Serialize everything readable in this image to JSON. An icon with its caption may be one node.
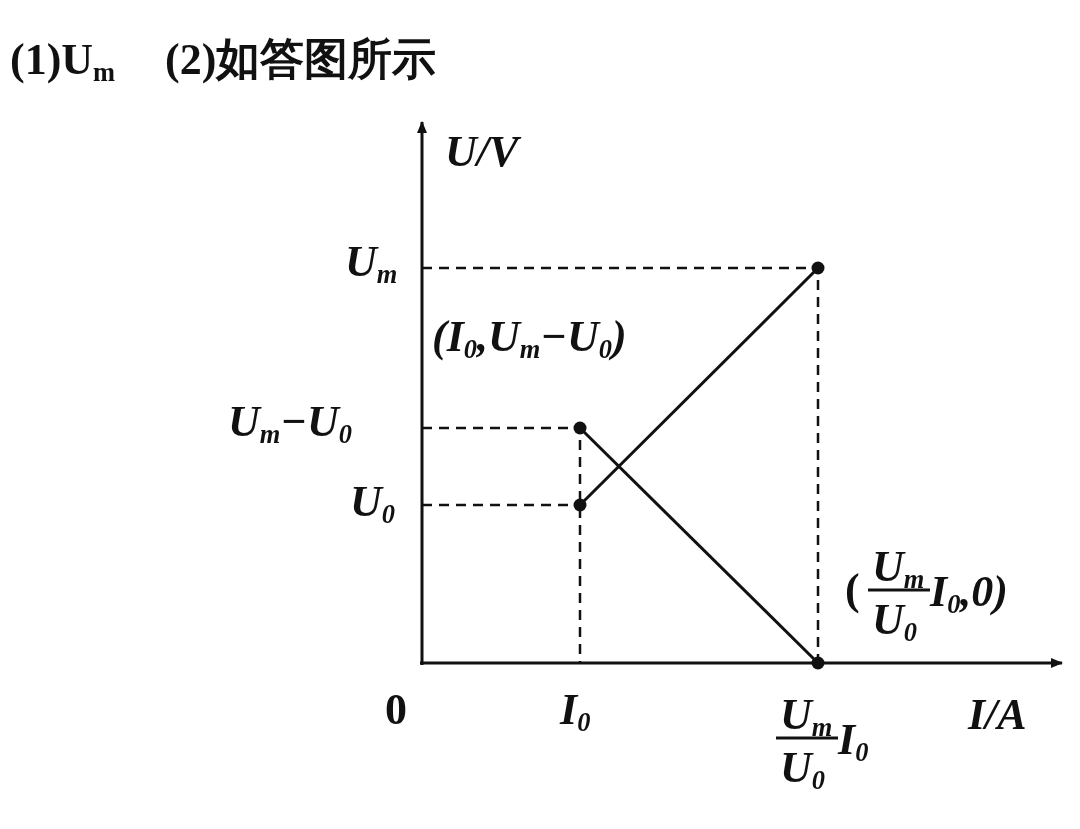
{
  "diagram": {
    "labels": [
      "(1)U$_{m}$",
      "(2)如答图所示",
      "U/V",
      "U$_{m}$",
      "(I$_{0}$,U$_{m}$−U$_{0}$)",
      "U$_{m}$−U$_{0}$",
      "U$_{0}$",
      "(",
      "U$_{m}$",
      "U$_{0}$",
      "I$_{0}$,0)",
      "0",
      "I$_{0}$",
      "U$_{m}$",
      "U$_{0}$",
      "I$_{0}$",
      "I/A"
    ]
  }
}
